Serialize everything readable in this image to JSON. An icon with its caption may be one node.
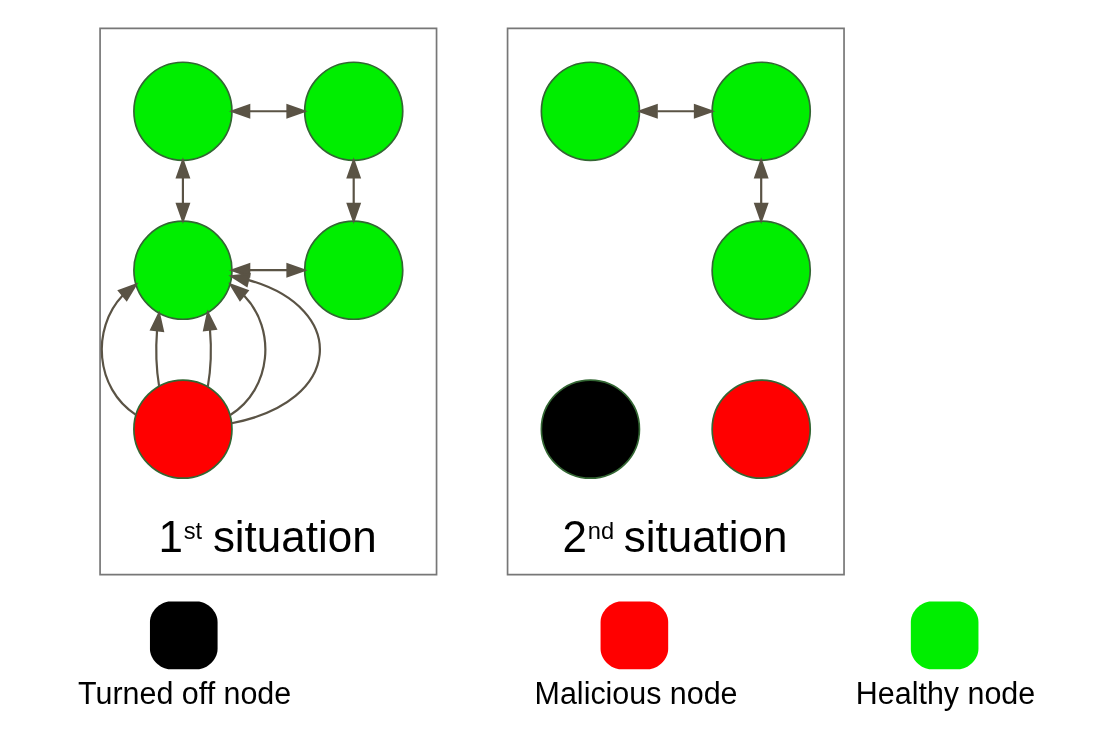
{
  "diagram": {
    "nodes": [
      {
        "text": [
          "1$^{st}$ situation"
        ]
      },
      {
        "text": [],
        "shape": "circle",
        "in": 0
      },
      {
        "text": [],
        "shape": "circle",
        "in": 0
      },
      {
        "text": [],
        "shape": "circle",
        "in": 0
      },
      {
        "text": [],
        "shape": "circle",
        "in": 0
      },
      {
        "text": [],
        "shape": "circle",
        "in": 0
      },
      {
        "text": [
          "2$^{nd}$ situation"
        ]
      },
      {
        "text": [],
        "shape": "circle",
        "in": 6
      },
      {
        "text": [],
        "shape": "circle",
        "in": 6
      },
      {
        "text": [],
        "shape": "circle",
        "in": 6
      },
      {
        "text": [],
        "shape": "circle",
        "in": 6
      },
      {
        "text": [],
        "shape": "circle",
        "in": 6
      }
    ],
    "edges": [
      {
        "from": 1,
        "to": 2,
        "arrow": "both"
      },
      {
        "from": 1,
        "to": 4,
        "arrow": "both"
      },
      {
        "from": 2,
        "to": 3,
        "arrow": "both"
      },
      {
        "from": 4,
        "to": 3,
        "arrow": "both"
      },
      {
        "from": 5,
        "to": 4,
        "arrow": "to"
      },
      {
        "from": 5,
        "to": 4,
        "arrow": "to"
      },
      {
        "from": 5,
        "to": 4,
        "arrow": "to"
      },
      {
        "from": 5,
        "to": 4,
        "arrow": "to"
      },
      {
        "from": 5,
        "to": 4,
        "arrow": "to"
      },
      {
        "from": 7,
        "to": 8,
        "arrow": "both"
      },
      {
        "from": 8,
        "to": 9,
        "arrow": "both"
      }
    ],
    "legend": [
      {
        "text": "Turned off node",
        "color": "#000000"
      },
      {
        "text": "Malicious node",
        "color": "#ff0000"
      },
      {
        "text": "Healthy node",
        "color": "#00ee00"
      }
    ]
  }
}
